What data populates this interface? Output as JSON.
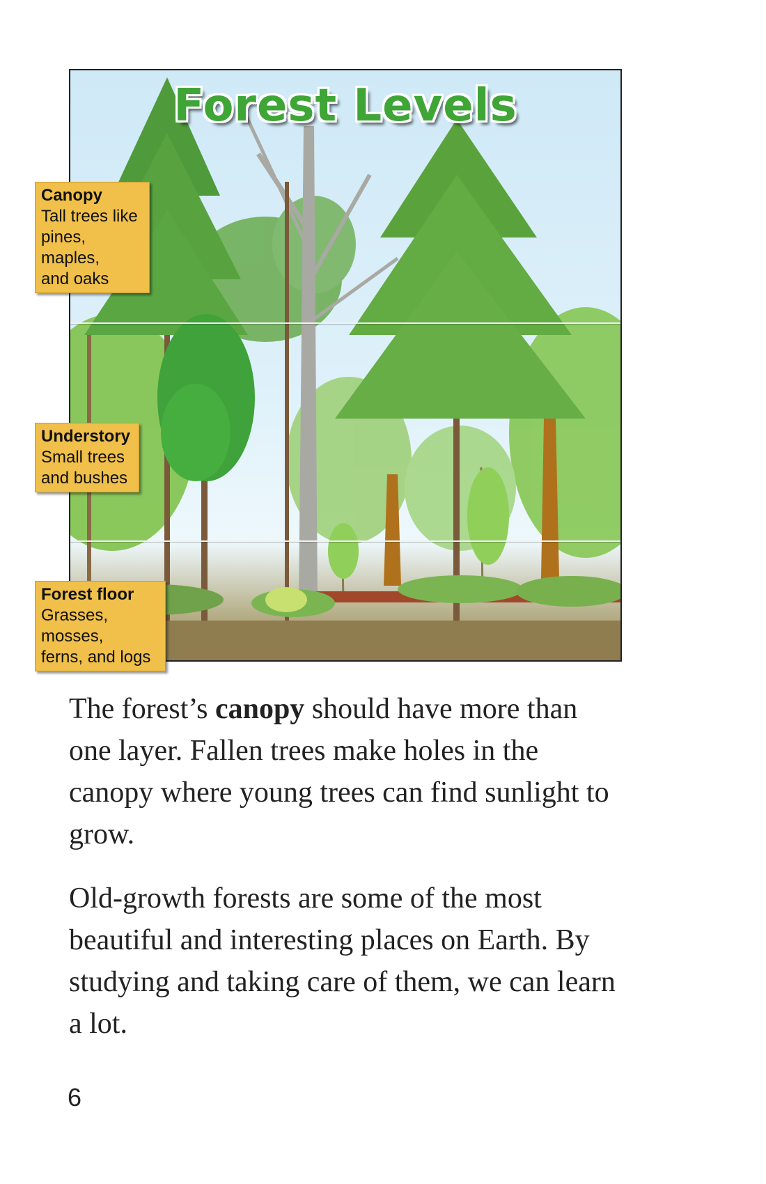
{
  "figure": {
    "title": "Forest Levels",
    "levels": [
      {
        "title": "Canopy",
        "lines": [
          "Tall trees like",
          "pines, maples,",
          "and oaks"
        ]
      },
      {
        "title": "Understory",
        "lines": [
          "Small trees",
          "and bushes"
        ]
      },
      {
        "title": "Forest floor",
        "lines": [
          "Grasses, mosses,",
          "ferns, and logs"
        ]
      }
    ]
  },
  "paragraphs": [
    {
      "before": "The forest’s ",
      "bold": "canopy",
      "after": " should have more than one layer. Fallen trees make holes in the canopy where young trees can find sunlight to grow."
    },
    {
      "text": "Old-growth forests are some of the most beautiful and interesting places on Earth. By studying and taking care of them, we can learn a lot."
    }
  ],
  "page_number": "6"
}
